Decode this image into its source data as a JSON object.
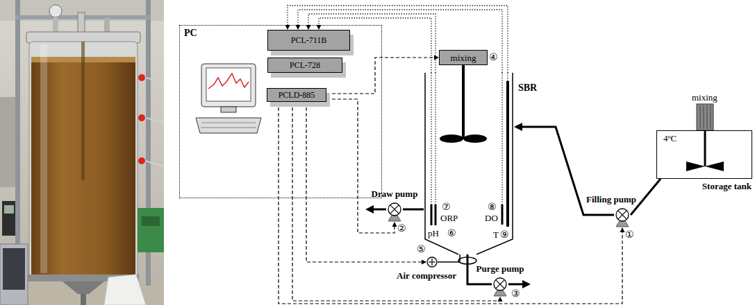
{
  "diagram": {
    "nodes": [
      {
        "text": [
          "PC"
        ]
      },
      {
        "text": [
          "PCL-711B"
        ],
        "in": 0
      },
      {
        "text": [
          "PCL-728"
        ],
        "in": 0
      },
      {
        "text": [
          "PCLD-885"
        ],
        "in": 0
      },
      {
        "text": [
          "mixing"
        ]
      },
      {
        "text": [
          "SBR"
        ]
      },
      {
        "text": [
          "Draw pump"
        ]
      },
      {
        "text": [
          "Air compressor"
        ]
      },
      {
        "text": [
          "Purge pump"
        ]
      },
      {
        "text": [
          "Filling pump"
        ]
      },
      {
        "text": [
          "Storage tank"
        ]
      }
    ],
    "edges": [
      {
        "from": 5,
        "to": 1,
        "arrow": "to"
      },
      {
        "from": 5,
        "to": 1,
        "arrow": "to"
      },
      {
        "from": 5,
        "to": 1,
        "arrow": "to"
      },
      {
        "from": 5,
        "to": 1,
        "arrow": "to"
      },
      {
        "from": 3,
        "to": 4,
        "arrow": "to"
      },
      {
        "from": 3,
        "to": 6,
        "arrow": "to"
      },
      {
        "from": 3,
        "to": 7,
        "arrow": "to"
      },
      {
        "from": 3,
        "to": 8,
        "arrow": "to"
      },
      {
        "from": 3,
        "to": 9,
        "arrow": "to"
      },
      {
        "from": 5,
        "to": 6,
        "arrow": "none"
      },
      {
        "from": 7,
        "to": 5,
        "arrow": "none"
      },
      {
        "from": 5,
        "to": 8,
        "arrow": "none"
      },
      {
        "from": 10,
        "to": 9,
        "arrow": "none"
      },
      {
        "from": 9,
        "to": 5,
        "arrow": "to"
      }
    ],
    "labels": [
      "①",
      "②",
      "③",
      "④",
      "⑤",
      "⑥",
      "⑦",
      "⑧",
      "⑨",
      "pH",
      "ORP",
      "DO",
      "T",
      "mixing",
      "4ºC"
    ]
  }
}
